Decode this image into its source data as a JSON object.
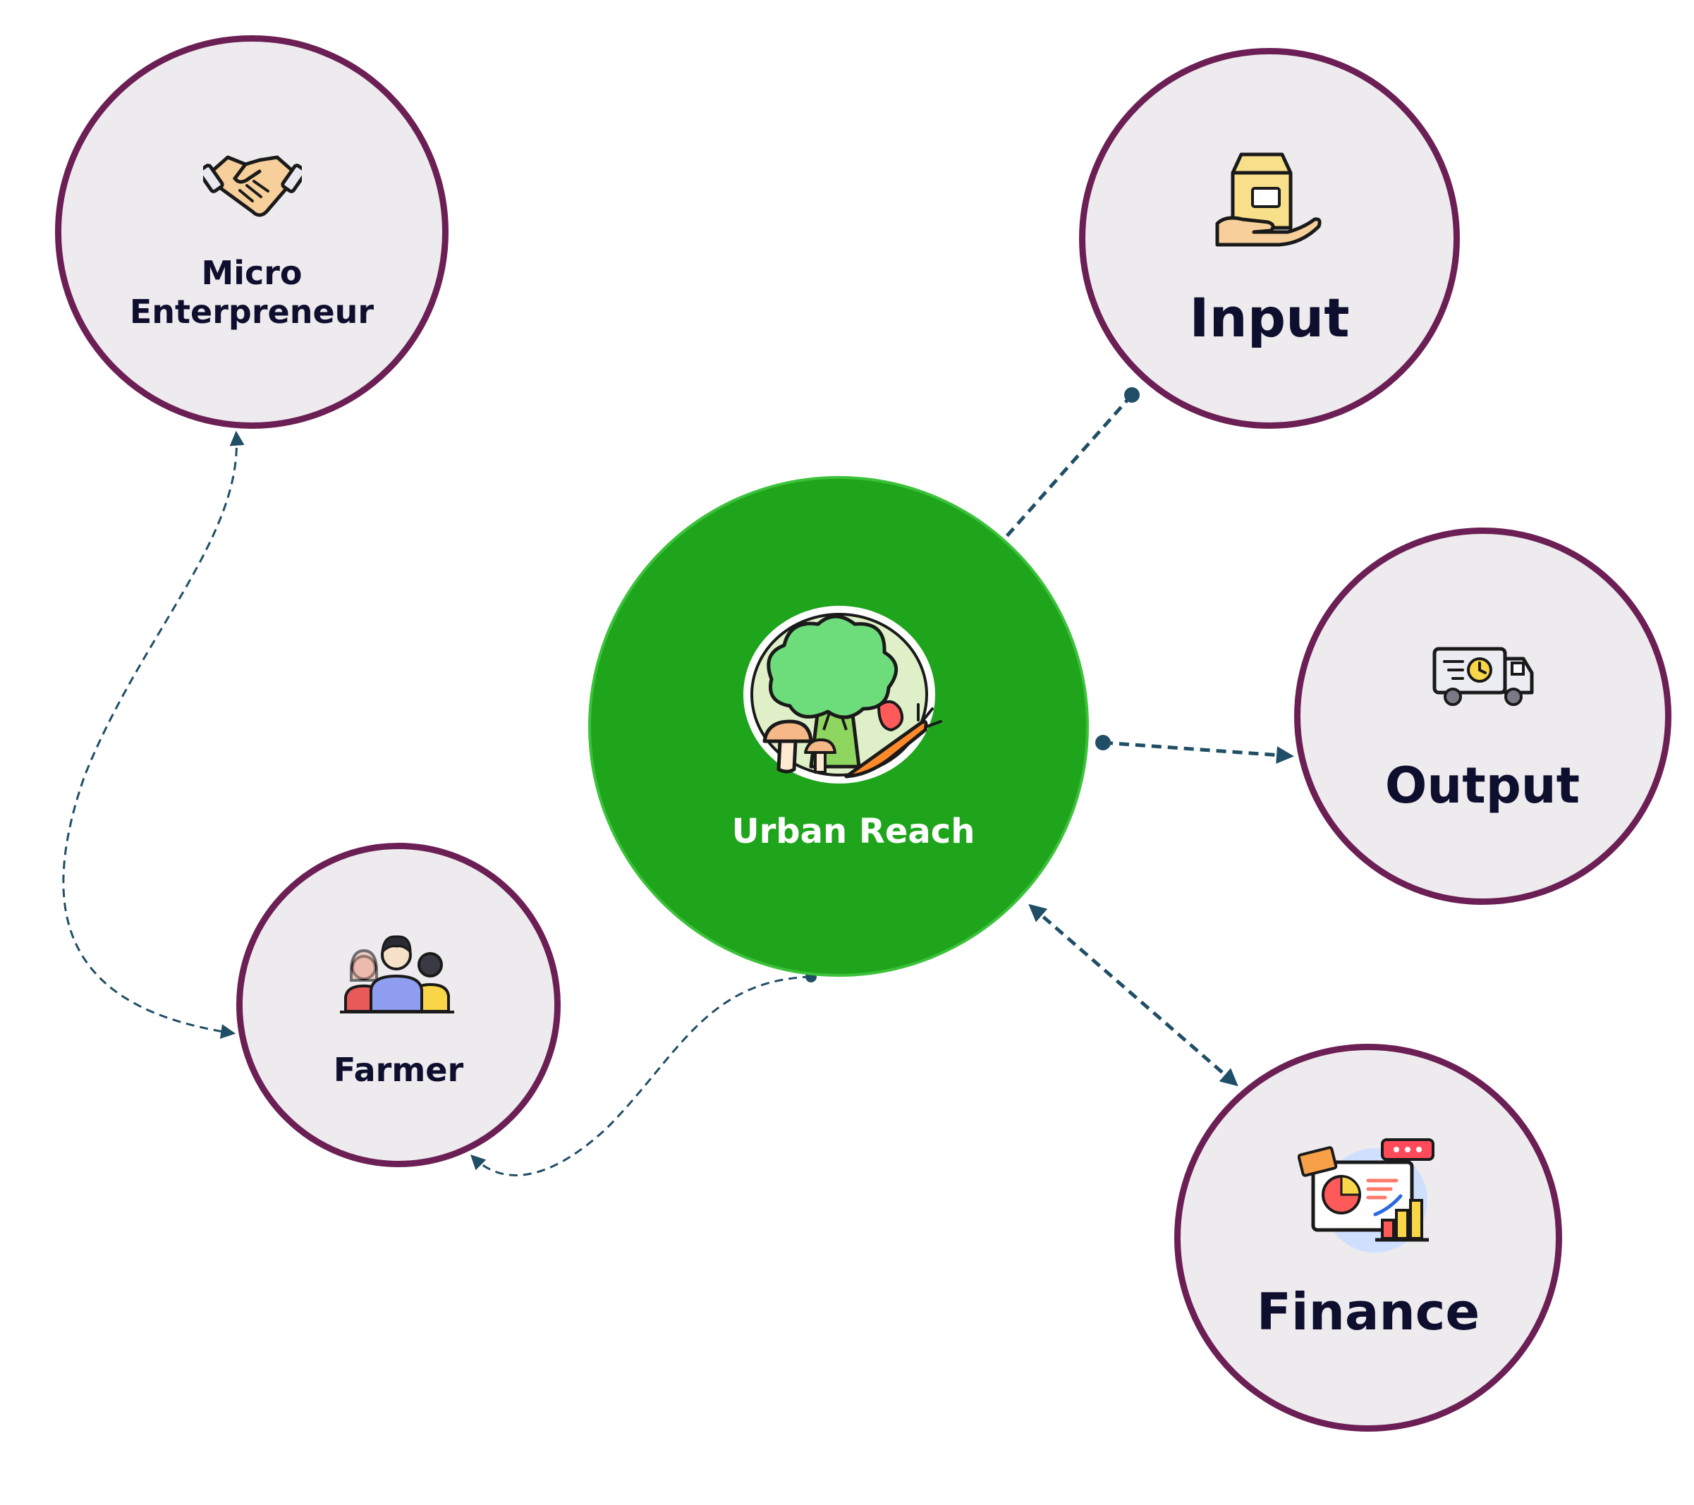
{
  "diagram": {
    "center": {
      "label": "Urban Reach",
      "icon": "vegetables-icon"
    },
    "nodes": [
      {
        "id": "micro-entrepreneur",
        "label_line1": "Micro",
        "label_line2": "Enterpreneur",
        "icon": "handshake-icon"
      },
      {
        "id": "input",
        "label": "Input",
        "icon": "seed-bag-hand-icon"
      },
      {
        "id": "output",
        "label": "Output",
        "icon": "delivery-truck-icon"
      },
      {
        "id": "farmer",
        "label": "Farmer",
        "icon": "people-group-icon"
      },
      {
        "id": "finance",
        "label": "Finance",
        "icon": "analytics-dashboard-icon"
      }
    ],
    "connections": [
      {
        "from": "input",
        "to": "urban-reach"
      },
      {
        "from": "urban-reach",
        "to": "output"
      },
      {
        "from": "urban-reach",
        "to": "finance",
        "bidirectional": true
      },
      {
        "from": "urban-reach",
        "to": "farmer"
      },
      {
        "from": "micro-entrepreneur",
        "to": "farmer",
        "bidirectional": true
      }
    ]
  },
  "colors": {
    "node_fill": "#eeebee",
    "node_border": "#6b1f55",
    "center_fill": "#1ea51b",
    "connector": "#1f4e66",
    "text": "#0e0f2e"
  }
}
